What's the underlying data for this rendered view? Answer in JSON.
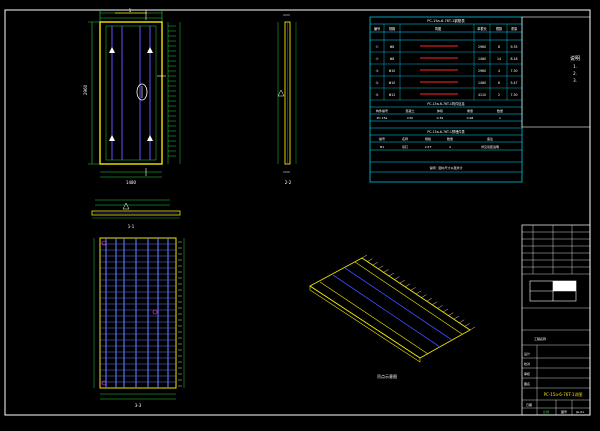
{
  "colors": {
    "background": "#000000",
    "frame": "#ffffff",
    "outline_yellow": "#f2e600",
    "rebar_blue": "#3a4cff",
    "dim_green": "#20d040",
    "grid_cyan": "#00e0ff",
    "mark_red": "#ff2a2a",
    "mark_magenta": "#ff40ff",
    "white": "#ffffff"
  },
  "views": {
    "plan_section_label": "1-1",
    "side_section_label": "2-2",
    "bottom_section_label": "3-3",
    "iso_label": "吊点示意图"
  },
  "rebar_table": {
    "title": "PC-15a-6-76T-1钢筋表",
    "headers": [
      "编号",
      "规格",
      "简图",
      "单根长",
      "根数",
      "重量"
    ],
    "rows": [
      [
        "①",
        "Φ8",
        "",
        "2960",
        "8",
        "9.35"
      ],
      [
        "②",
        "Φ8",
        "",
        "1480",
        "14",
        "8.18"
      ],
      [
        "③",
        "Φ10",
        "",
        "2960",
        "4",
        "7.30"
      ],
      [
        "④",
        "Φ10",
        "",
        "1480",
        "6",
        "5.47"
      ],
      [
        "⑤",
        "Φ12",
        "",
        "4110",
        "2",
        "7.30"
      ]
    ],
    "sub_title": "PC-15a-6-76T-1构件信息",
    "sub_headers": [
      "构件编号",
      "混凝土",
      "体积",
      "重量",
      "数量"
    ],
    "sub_row": [
      "PC-15a",
      "C30",
      "0.39",
      "0.98",
      "1"
    ],
    "embed_title": "PC-15a-6-76T-1预埋件表",
    "embed_headers": [
      "编号",
      "名称",
      "规格",
      "数量",
      "备注"
    ],
    "embed_row": [
      "M1",
      "吊钉",
      "2.5T",
      "4",
      "详见吊装说明"
    ],
    "note": "说明：图中尺寸以毫米计"
  },
  "notes_box": {
    "title": "说明",
    "lines": [
      "1.",
      "2.",
      "3."
    ]
  },
  "title_block": {
    "design_label": "设计",
    "check_label": "校对",
    "review_label": "审核",
    "drawing_label": "图名",
    "project_label": "工程名称",
    "date_label": "日期",
    "scale_label": "比例",
    "number_label": "图号",
    "drawing_title": "PC-15a-6-76T-1详图",
    "drawing_no": "JG-01"
  }
}
